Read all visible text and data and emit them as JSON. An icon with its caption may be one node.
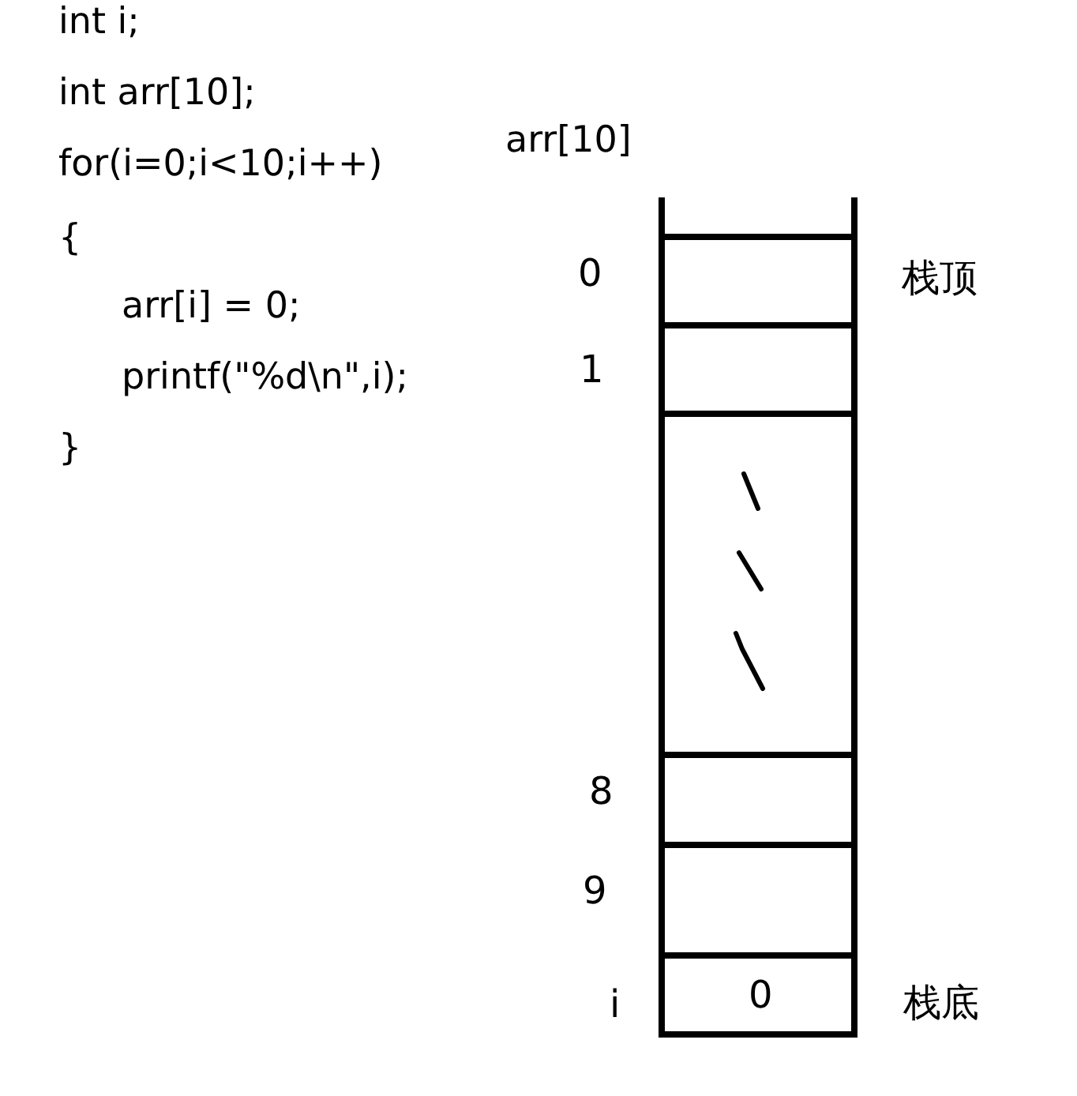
{
  "diagram": {
    "nodes": [
      {
        "text": [],
        "shape": "box"
      },
      {
        "text": [],
        "shape": "box",
        "beside": [
          "0"
        ],
        "in": 0
      },
      {
        "text": [],
        "shape": "box",
        "beside": [
          "1"
        ],
        "in": 0
      },
      {
        "text": [],
        "shape": "box",
        "in": 0
      },
      {
        "text": [],
        "shape": "box",
        "beside": [
          "8"
        ],
        "in": 0
      },
      {
        "text": [],
        "shape": "box",
        "beside": [
          "9"
        ],
        "in": 0
      },
      {
        "text": [
          "0"
        ],
        "beside": [
          "i"
        ],
        "in": 0
      }
    ],
    "labels": [
      "int i;",
      "int arr[10];",
      "for(i=0;i<10;i++)",
      "{",
      "arr[i] = 0;",
      "printf(\"%d\\n\",i);",
      "}",
      "arr[10]",
      "栈顶",
      "栈底"
    ]
  }
}
